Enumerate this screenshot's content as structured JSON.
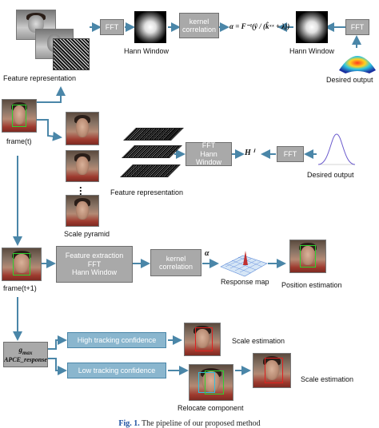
{
  "labels": {
    "feature_representation_top": "Feature representation",
    "hann_window_1": "Hann Window",
    "hann_window_2": "Hann Window",
    "desired_output_top": "Desired output",
    "frame_t": "frame(t)",
    "feature_representation_mid": "Feature representation",
    "scale_pyramid": "Scale pyramid",
    "desired_output_mid": "Desired output",
    "frame_t1": "frame(t+1)",
    "response_map": "Response map",
    "position_estimation": "Position  estimation",
    "scale_estimation_1": "Scale  estimation",
    "scale_estimation_2": "Scale  estimation",
    "relocate_component": "Relocate component"
  },
  "boxes": {
    "fft_top": "FFT",
    "kernel_correlation_top_l1": "kernel",
    "kernel_correlation_top_l2": "correlation",
    "fft_right_top": "FFT",
    "fft_hann_mid_l1": "FFT",
    "fft_hann_mid_l2": "Hann Window",
    "fft_mid_right": "FFT",
    "feature_extraction_l1": "Feature extraction",
    "feature_extraction_l2": "FFT",
    "feature_extraction_l3": "Hann Window",
    "kernel_correlation_bot_l1": "kernel",
    "kernel_correlation_bot_l2": "correlation",
    "high_confidence": "High tracking  confidence",
    "low_confidence": "Low tracking  confidence",
    "gmax_l1": "g",
    "gmax_sub": "max",
    "gmax_l2": "APCE_response"
  },
  "formulas": {
    "alpha_top": "α = F⁻¹(ŷ / (k̂ˣˣ + λ))",
    "h_mid": "H ⁱ",
    "alpha_bot": "α"
  },
  "caption": {
    "fig": "Fig. 1.",
    "text": " The pipeline of our proposed method"
  },
  "colors": {
    "arrow": "#4a86a8",
    "box_gray": "#a9a9a9",
    "box_blue": "#8ab6ce",
    "track_green": "#2fd12f",
    "track_red": "#e02020",
    "gaussian_line": "#6a5acd"
  }
}
